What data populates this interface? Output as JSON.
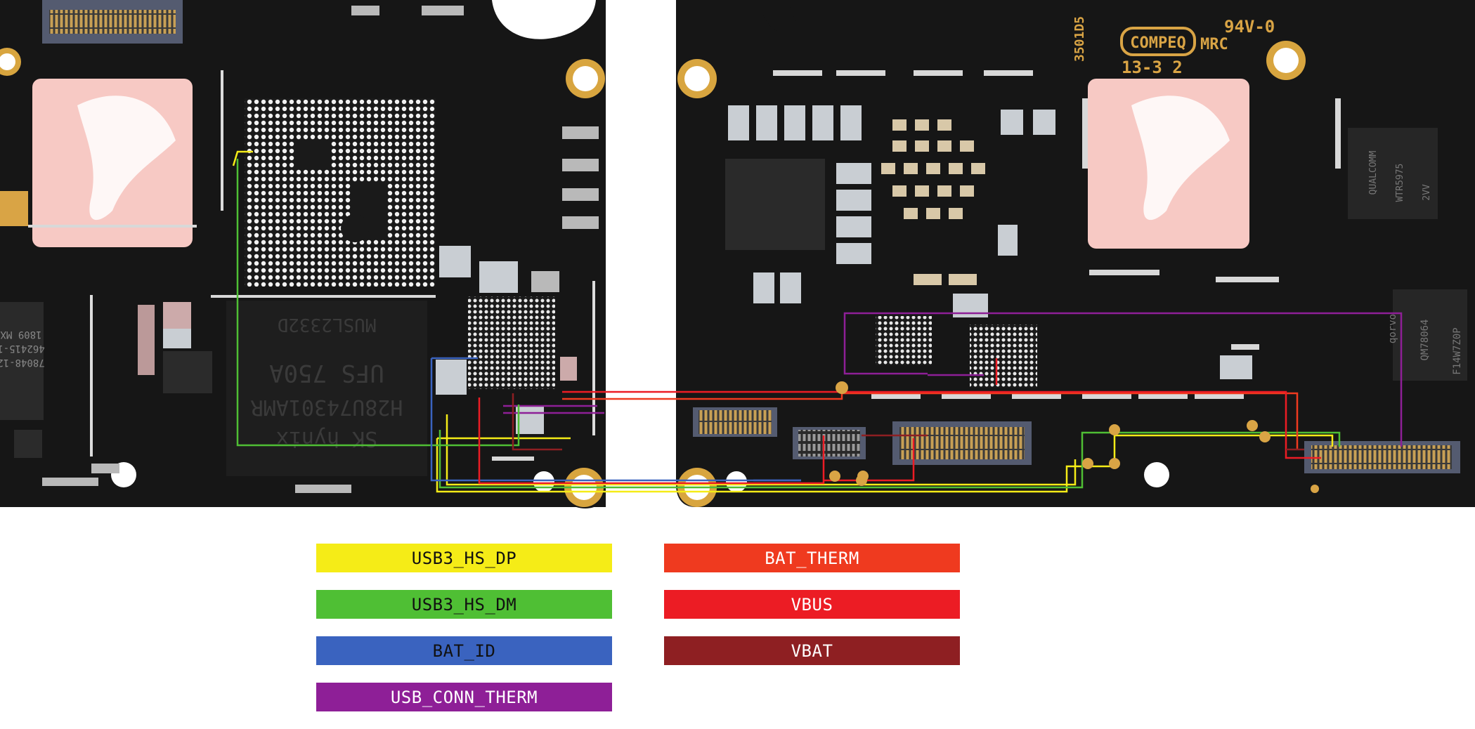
{
  "board": {
    "markings": {
      "compeq": "COMPEQ",
      "rating": "94V-0",
      "mrc": "MRC",
      "date_code": "13-3 2",
      "serial": "3501D5",
      "cpu_ufs_1": "UFS 750A",
      "cpu_ufs_2": "H28U74301AMR",
      "cpu_ufs_3": "SK hynix",
      "mem_code": "MUSL2332D",
      "qualcomm": "QUALCOMM",
      "wtr": "WTR5975",
      "wtr_rev": "2VV",
      "qorvo": "qorvo",
      "qm": "QM78064",
      "qm_code": "F14W7Z0P",
      "left_chip_1": "1809 MX",
      "left_chip_2": "462415-1",
      "left_chip_3": "78048-12"
    }
  },
  "legend": {
    "items": [
      {
        "label": "USB3_HS_DP",
        "color": "#f5ec17",
        "text_color": "#111111"
      },
      {
        "label": "USB3_HS_DM",
        "color": "#4fbf34",
        "text_color": "#111111"
      },
      {
        "label": "BAT_ID",
        "color": "#3a63bf",
        "text_color": "#111111"
      },
      {
        "label": "USB_CONN_THERM",
        "color": "#8e1f97",
        "text_color": "#ffffff"
      },
      {
        "label": "BAT_THERM",
        "color": "#ef3a1f",
        "text_color": "#ffffff"
      },
      {
        "label": "VBUS",
        "color": "#ec1c24",
        "text_color": "#ffffff"
      },
      {
        "label": "VBAT",
        "color": "#8e1f22",
        "text_color": "#ffffff"
      }
    ]
  }
}
